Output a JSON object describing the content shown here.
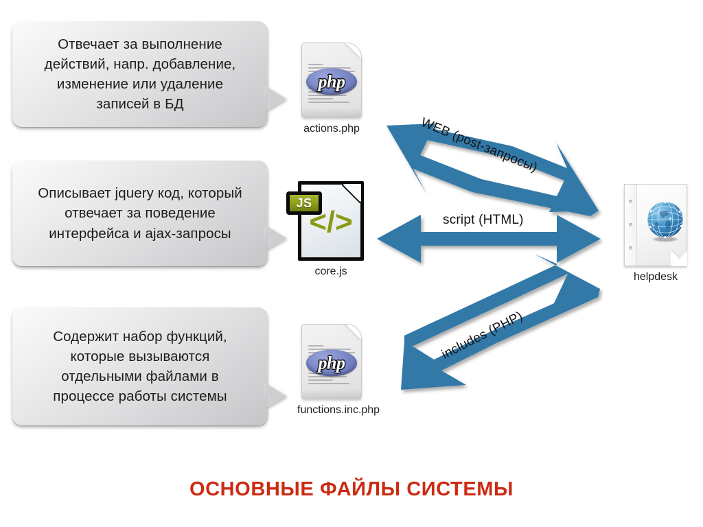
{
  "title": {
    "text": "ОСНОВНЫЕ ФАЙЛЫ СИСТЕМЫ",
    "color": "#CC2B13"
  },
  "theme": {
    "background": "#FFFFFF",
    "arrow_blue": "#3179A8",
    "callout_fill_top": "#FBFBFC",
    "callout_fill_bottom": "#C6C6C9",
    "js_green": "#8A9A17",
    "php_purple": "#6E7ABD",
    "globe_blue": "#2E78B5"
  },
  "callouts": [
    {
      "id": "callout-actions",
      "text": "Отвечает за выполнение\nдействий, напр. добавление,\nизменение или удаление\nзаписей в БД"
    },
    {
      "id": "callout-core",
      "text": "Описывает jquery код, который\nотвечает за поведение\nинтерфейса и ajax-запросы"
    },
    {
      "id": "callout-functions",
      "text": "Содержит набор функций,\nкоторые вызываются\nотдельными файлами в\nпроцессе работы системы"
    }
  ],
  "files": [
    {
      "id": "file-actions",
      "label": "actions.php",
      "icon": "php-file-icon",
      "logo_text": "php"
    },
    {
      "id": "file-core",
      "label": "core.js",
      "icon": "js-file-icon",
      "badge_text": "JS",
      "glyph": "</>"
    },
    {
      "id": "file-functions",
      "label": "functions.inc.php",
      "icon": "php-file-icon",
      "logo_text": "php"
    }
  ],
  "server": {
    "id": "node-helpdesk",
    "label": "helpdesk",
    "icon": "globe-page-icon"
  },
  "connections": [
    {
      "id": "arrow-web",
      "label": "WEB (post-запросы)",
      "style": "double-headed",
      "orientation": "diagonal-down-right",
      "angle_deg": 22,
      "from": "actions.php",
      "to": "helpdesk"
    },
    {
      "id": "arrow-script",
      "label": "script (HTML)",
      "style": "double-headed",
      "orientation": "horizontal",
      "angle_deg": 0,
      "from": "core.js",
      "to": "helpdesk"
    },
    {
      "id": "arrow-includes",
      "label": "includes (PHP)",
      "style": "double-headed",
      "orientation": "diagonal-up-right",
      "angle_deg": -27,
      "from": "functions.inc.php",
      "to": "helpdesk"
    }
  ]
}
